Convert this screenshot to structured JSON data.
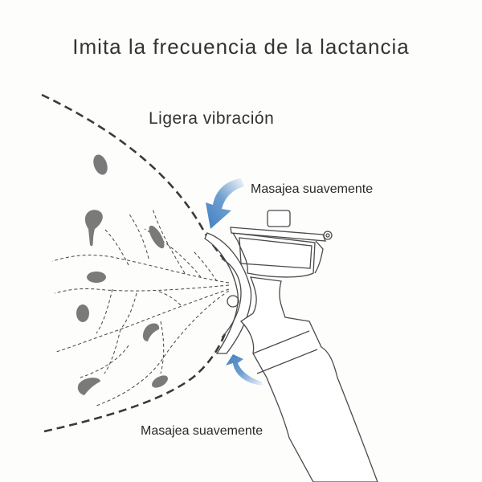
{
  "title": "Imita la frecuencia de la lactancia",
  "labels": {
    "vibration": "Ligera vibración",
    "massage_top": "Masajea suavemente",
    "massage_bottom": "Masajea suavemente"
  },
  "colors": {
    "arrow": "#4a86c5",
    "duct_dots": "#7a7a7a",
    "outline": "#4a4a4a",
    "text": "#333333"
  }
}
